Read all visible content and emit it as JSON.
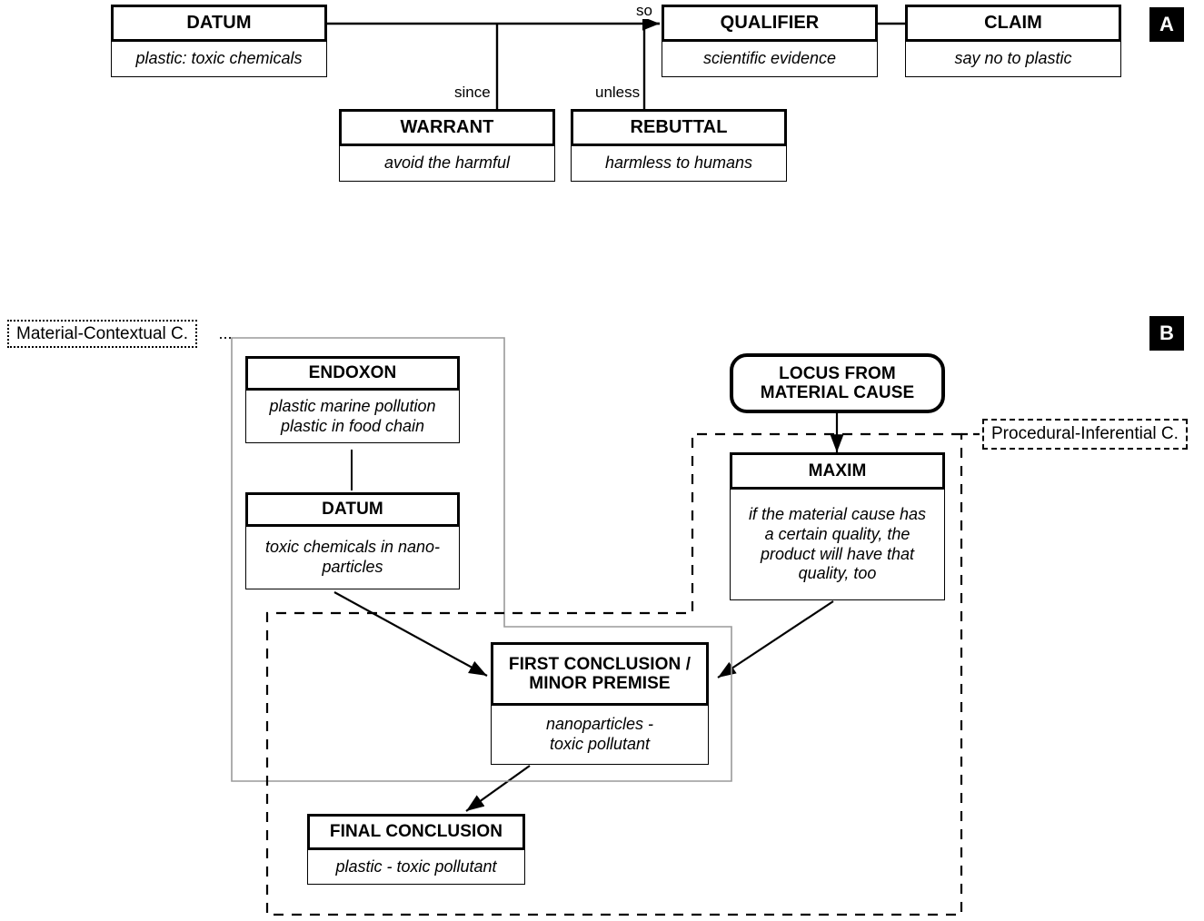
{
  "panels": [
    {
      "id": "A",
      "badge": "A"
    },
    {
      "id": "B",
      "badge": "B"
    }
  ],
  "panel_a": {
    "badge": "A",
    "nodes": [
      {
        "key": "datum",
        "title": "DATUM",
        "text": "plastic: toxic chemicals"
      },
      {
        "key": "qualifier",
        "title": "QUALIFIER",
        "text": "scientific evidence"
      },
      {
        "key": "claim",
        "title": "CLAIM",
        "text": "say no to plastic"
      },
      {
        "key": "warrant",
        "title": "WARRANT",
        "text": "avoid the harmful"
      },
      {
        "key": "rebuttal",
        "title": "REBUTTAL",
        "text": "harmless to humans"
      }
    ],
    "edge_labels": [
      {
        "key": "so",
        "text": "so"
      },
      {
        "key": "since",
        "text": "since"
      },
      {
        "key": "unless",
        "text": "unless"
      }
    ]
  },
  "panel_b": {
    "badge": "B",
    "regions": [
      {
        "key": "material_contextual",
        "label": "Material-Contextual C."
      },
      {
        "key": "procedural_inferential",
        "label": "Procedural-Inferential C."
      }
    ],
    "nodes": [
      {
        "key": "endoxon",
        "title": "ENDOXON",
        "text": "plastic marine pollution\nplastic in food chain"
      },
      {
        "key": "datum",
        "title": "DATUM",
        "text": "toxic chemicals in nano-\nparticles"
      },
      {
        "key": "locus",
        "title": "LOCUS FROM\nMATERIAL CAUSE",
        "text": ""
      },
      {
        "key": "maxim",
        "title": "MAXIM",
        "text": "if the material cause has\na certain quality, the\nproduct will have that\nquality, too"
      },
      {
        "key": "first_conclusion",
        "title": "FIRST CONCLUSION /\nMINOR PREMISE",
        "text": "nanoparticles -\ntoxic pollutant"
      },
      {
        "key": "final_conclusion",
        "title": "FINAL CONCLUSION",
        "text": "plastic - toxic pollutant"
      }
    ]
  },
  "colors": {
    "stroke": "#000000",
    "region_grey": "#9a9a9a",
    "background": "#ffffff",
    "badge_bg": "#000000",
    "badge_fg": "#ffffff"
  }
}
